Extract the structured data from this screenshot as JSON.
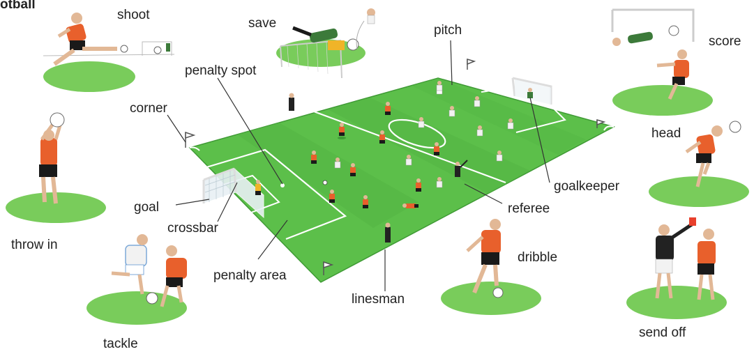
{
  "title_fragment": "otball",
  "colors": {
    "pitch": "#5cbf4a",
    "pitch_dark": "#4fae3f",
    "ground": "#79cc5b",
    "shirt_orange": "#e8602c",
    "shorts_black": "#1a1a1a",
    "kit_white": "#f2f2f2",
    "keeper_green": "#3c7a3a",
    "keeper_yellow": "#f0b428",
    "referee_black": "#222222",
    "line_white": "#ffffff",
    "leader": "#333333"
  },
  "labels": {
    "shoot": "shoot",
    "save": "save",
    "pitch": "pitch",
    "score": "score",
    "penalty_spot": "penalty spot",
    "corner": "corner",
    "head": "head",
    "goalkeeper": "goalkeeper",
    "throw_in": "throw in",
    "goal": "goal",
    "crossbar": "crossbar",
    "referee": "referee",
    "send_off": "send off",
    "dribble": "dribble",
    "penalty_area": "penalty area",
    "linesman": "linesman",
    "tackle": "tackle"
  }
}
